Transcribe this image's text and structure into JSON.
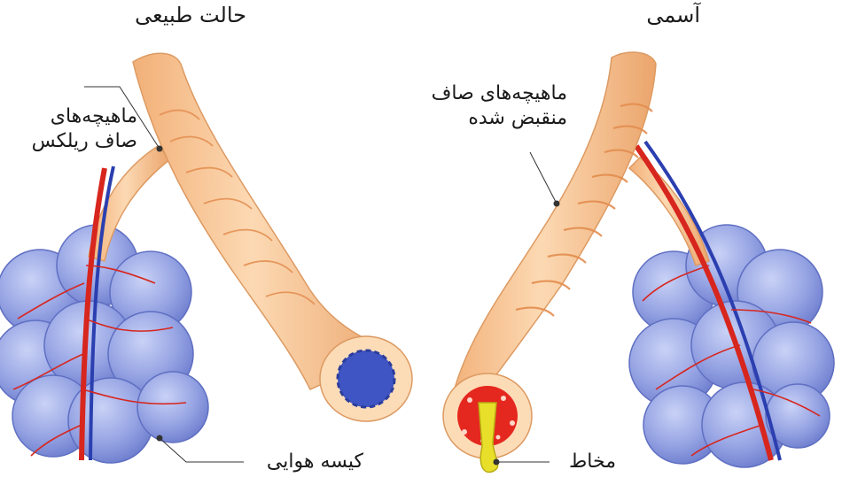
{
  "panels": {
    "normal": {
      "title": "حالت طبیعی",
      "smooth_muscle_label_line1": "ماهیچه‌های",
      "smooth_muscle_label_line2": "صاف ریلکس",
      "alveoli_label": "کیسه هوایی"
    },
    "asthma": {
      "title": "آسمی",
      "smooth_muscle_label_line1": "ماهیچه‌های صاف",
      "smooth_muscle_label_line2": "منقبض شده",
      "mucus_label": "مخاط"
    }
  },
  "colors": {
    "airway": "#f6c596",
    "airway_dark": "#e3a06a",
    "muscle_band": "#e8975c",
    "alveoli": "#9aa8e6",
    "alveoli_dark": "#6f7fd0",
    "artery": "#d7261e",
    "vein": "#2b3fb0",
    "lumen_normal": "#3f55c4",
    "inflamed": "#e5281f",
    "mucus": "#e8df2a"
  }
}
